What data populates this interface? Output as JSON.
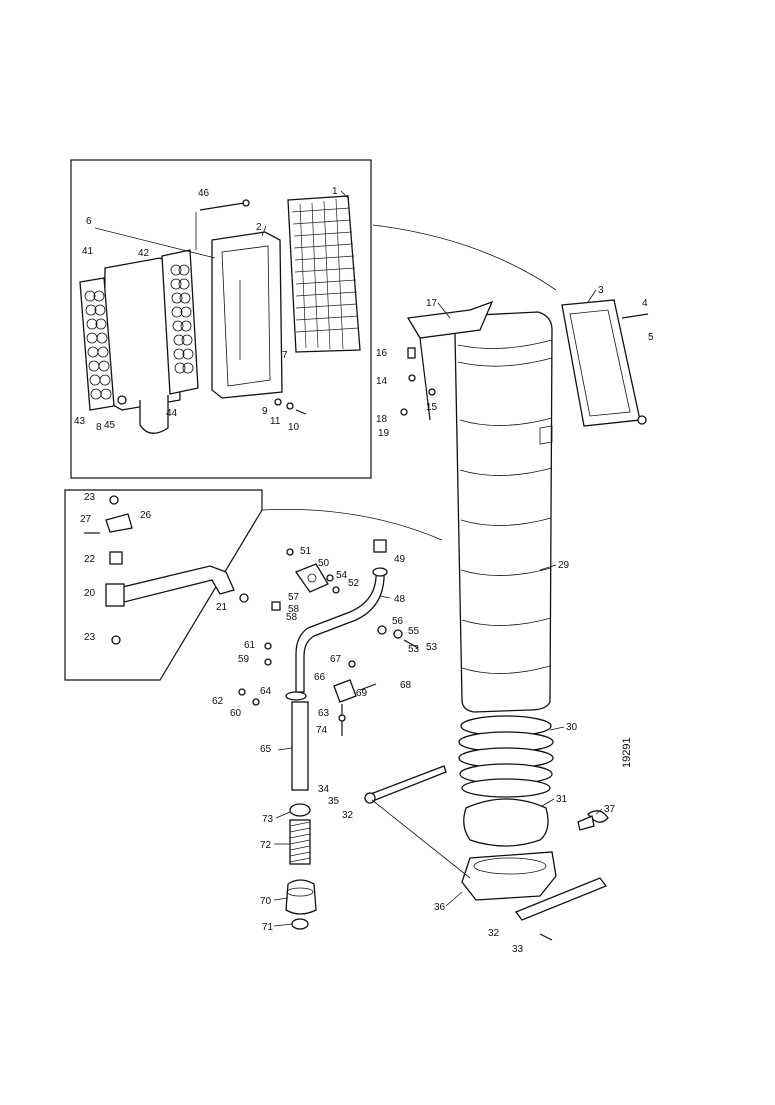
{
  "diagram": {
    "drawing_number": "19291",
    "callouts": [
      {
        "id": "c1",
        "text": "1"
      },
      {
        "id": "c2",
        "text": "2"
      },
      {
        "id": "c3",
        "text": "3"
      },
      {
        "id": "c4",
        "text": "4"
      },
      {
        "id": "c5",
        "text": "5"
      },
      {
        "id": "c6",
        "text": "6"
      },
      {
        "id": "c7",
        "text": "7"
      },
      {
        "id": "c8",
        "text": "8"
      },
      {
        "id": "c9",
        "text": "9"
      },
      {
        "id": "c10",
        "text": "10"
      },
      {
        "id": "c11",
        "text": "11"
      },
      {
        "id": "c14",
        "text": "14"
      },
      {
        "id": "c15",
        "text": "15"
      },
      {
        "id": "c16",
        "text": "16"
      },
      {
        "id": "c17",
        "text": "17"
      },
      {
        "id": "c18",
        "text": "18"
      },
      {
        "id": "c19",
        "text": "19"
      },
      {
        "id": "c20",
        "text": "20"
      },
      {
        "id": "c21",
        "text": "21"
      },
      {
        "id": "c22",
        "text": "22"
      },
      {
        "id": "c23a",
        "text": "23"
      },
      {
        "id": "c23b",
        "text": "23"
      },
      {
        "id": "c26",
        "text": "26"
      },
      {
        "id": "c27",
        "text": "27"
      },
      {
        "id": "c29",
        "text": "29"
      },
      {
        "id": "c30",
        "text": "30"
      },
      {
        "id": "c31",
        "text": "31"
      },
      {
        "id": "c32a",
        "text": "32"
      },
      {
        "id": "c32b",
        "text": "32"
      },
      {
        "id": "c33",
        "text": "33"
      },
      {
        "id": "c34",
        "text": "34"
      },
      {
        "id": "c35",
        "text": "35"
      },
      {
        "id": "c36",
        "text": "36"
      },
      {
        "id": "c37",
        "text": "37"
      },
      {
        "id": "c41",
        "text": "41"
      },
      {
        "id": "c42",
        "text": "42"
      },
      {
        "id": "c43",
        "text": "43"
      },
      {
        "id": "c44",
        "text": "44"
      },
      {
        "id": "c45",
        "text": "45"
      },
      {
        "id": "c46",
        "text": "46"
      },
      {
        "id": "c48",
        "text": "48"
      },
      {
        "id": "c49",
        "text": "49"
      },
      {
        "id": "c50",
        "text": "50"
      },
      {
        "id": "c51",
        "text": "51"
      },
      {
        "id": "c52",
        "text": "52"
      },
      {
        "id": "c53",
        "text": "53"
      },
      {
        "id": "c54",
        "text": "54"
      },
      {
        "id": "c55",
        "text": "55"
      },
      {
        "id": "c56",
        "text": "56"
      },
      {
        "id": "c57",
        "text": "57"
      },
      {
        "id": "c58",
        "text": "58"
      },
      {
        "id": "c59",
        "text": "59"
      },
      {
        "id": "c60",
        "text": "60"
      },
      {
        "id": "c61",
        "text": "61"
      },
      {
        "id": "c62",
        "text": "62"
      },
      {
        "id": "c63",
        "text": "63"
      },
      {
        "id": "c64",
        "text": "64"
      },
      {
        "id": "c65",
        "text": "65"
      },
      {
        "id": "c66",
        "text": "66"
      },
      {
        "id": "c67",
        "text": "67"
      },
      {
        "id": "c68",
        "text": "68"
      },
      {
        "id": "c69",
        "text": "69"
      },
      {
        "id": "c70",
        "text": "70"
      },
      {
        "id": "c71",
        "text": "71"
      },
      {
        "id": "c72",
        "text": "72"
      },
      {
        "id": "c73",
        "text": "73"
      },
      {
        "id": "c74",
        "text": "74"
      },
      {
        "id": "c53b",
        "text": "53"
      },
      {
        "id": "c58b",
        "text": "58"
      }
    ]
  }
}
